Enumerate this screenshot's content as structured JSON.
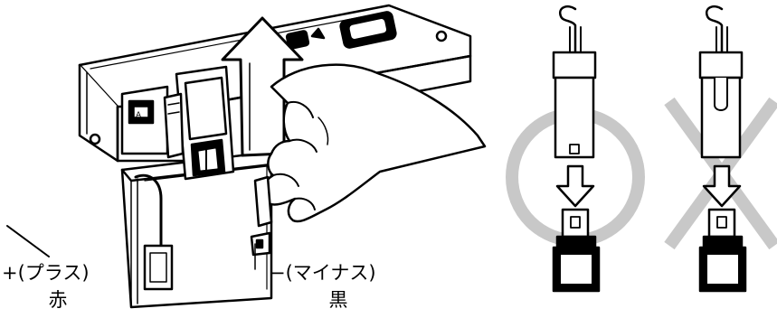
{
  "labels": {
    "plus_terminal": "+(プラス)",
    "plus_color": "赤",
    "minus_terminal": "−(マイナス)",
    "minus_color": "黒"
  },
  "marks": {
    "correct": "circle",
    "incorrect": "cross"
  },
  "colors": {
    "line": "#000000",
    "mark": "#c8c8c8",
    "background": "#ffffff"
  }
}
